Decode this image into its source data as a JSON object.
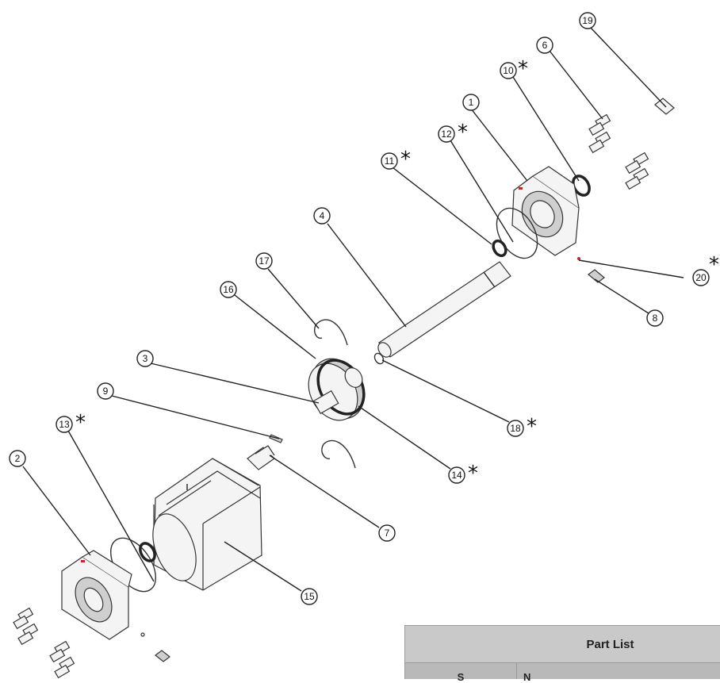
{
  "callouts": [
    {
      "id": "1",
      "starred": false
    },
    {
      "id": "2",
      "starred": false
    },
    {
      "id": "3",
      "starred": false
    },
    {
      "id": "4",
      "starred": false
    },
    {
      "id": "6",
      "starred": false
    },
    {
      "id": "7",
      "starred": false
    },
    {
      "id": "8",
      "starred": false
    },
    {
      "id": "9",
      "starred": false
    },
    {
      "id": "10",
      "starred": true
    },
    {
      "id": "11",
      "starred": true
    },
    {
      "id": "12",
      "starred": true
    },
    {
      "id": "13",
      "starred": true
    },
    {
      "id": "14",
      "starred": true
    },
    {
      "id": "15",
      "starred": false
    },
    {
      "id": "16",
      "starred": false
    },
    {
      "id": "17",
      "starred": false
    },
    {
      "id": "18",
      "starred": true
    },
    {
      "id": "19",
      "starred": false
    },
    {
      "id": "20",
      "starred": true
    }
  ],
  "star_symbol": "*",
  "part_list": {
    "title": "Part List",
    "col_a": "S",
    "col_b": "N"
  }
}
